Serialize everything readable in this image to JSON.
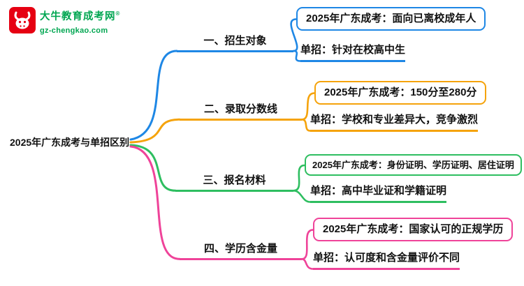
{
  "logo": {
    "brand": "大牛教育成考网",
    "trademark": "®",
    "site": "gz-chengkao.com",
    "brand_color": "#00a651",
    "icon_bg_color": "#e60012",
    "icon": "bull-icon"
  },
  "root": {
    "label": "2025年广东成考与单招区别"
  },
  "branches": [
    {
      "label": "一、招生对象",
      "color": "#1e87e5",
      "children": [
        {
          "label": "2025年广东成考：面向已离校成年人",
          "style": "box"
        },
        {
          "label": "单招：针对在校高中生",
          "style": "underline"
        }
      ]
    },
    {
      "label": "二、录取分数线",
      "color": "#f5a30b",
      "children": [
        {
          "label": "2025年广东成考：150分至280分",
          "style": "box"
        },
        {
          "label": "单招：学校和专业差异大，竞争激烈",
          "style": "underline"
        }
      ]
    },
    {
      "label": "三、报名材料",
      "color": "#2ebe60",
      "children": [
        {
          "label": "2025年广东成考：身份证明、学历证明、居住证明",
          "style": "box"
        },
        {
          "label": "单招：高中毕业证和学籍证明",
          "style": "underline"
        }
      ]
    },
    {
      "label": "四、学历含金量",
      "color": "#ef4399",
      "children": [
        {
          "label": "2025年广东成考：国家认可的正规学历",
          "style": "box"
        },
        {
          "label": "单招：认可度和含金量评价不同",
          "style": "underline"
        }
      ]
    }
  ]
}
